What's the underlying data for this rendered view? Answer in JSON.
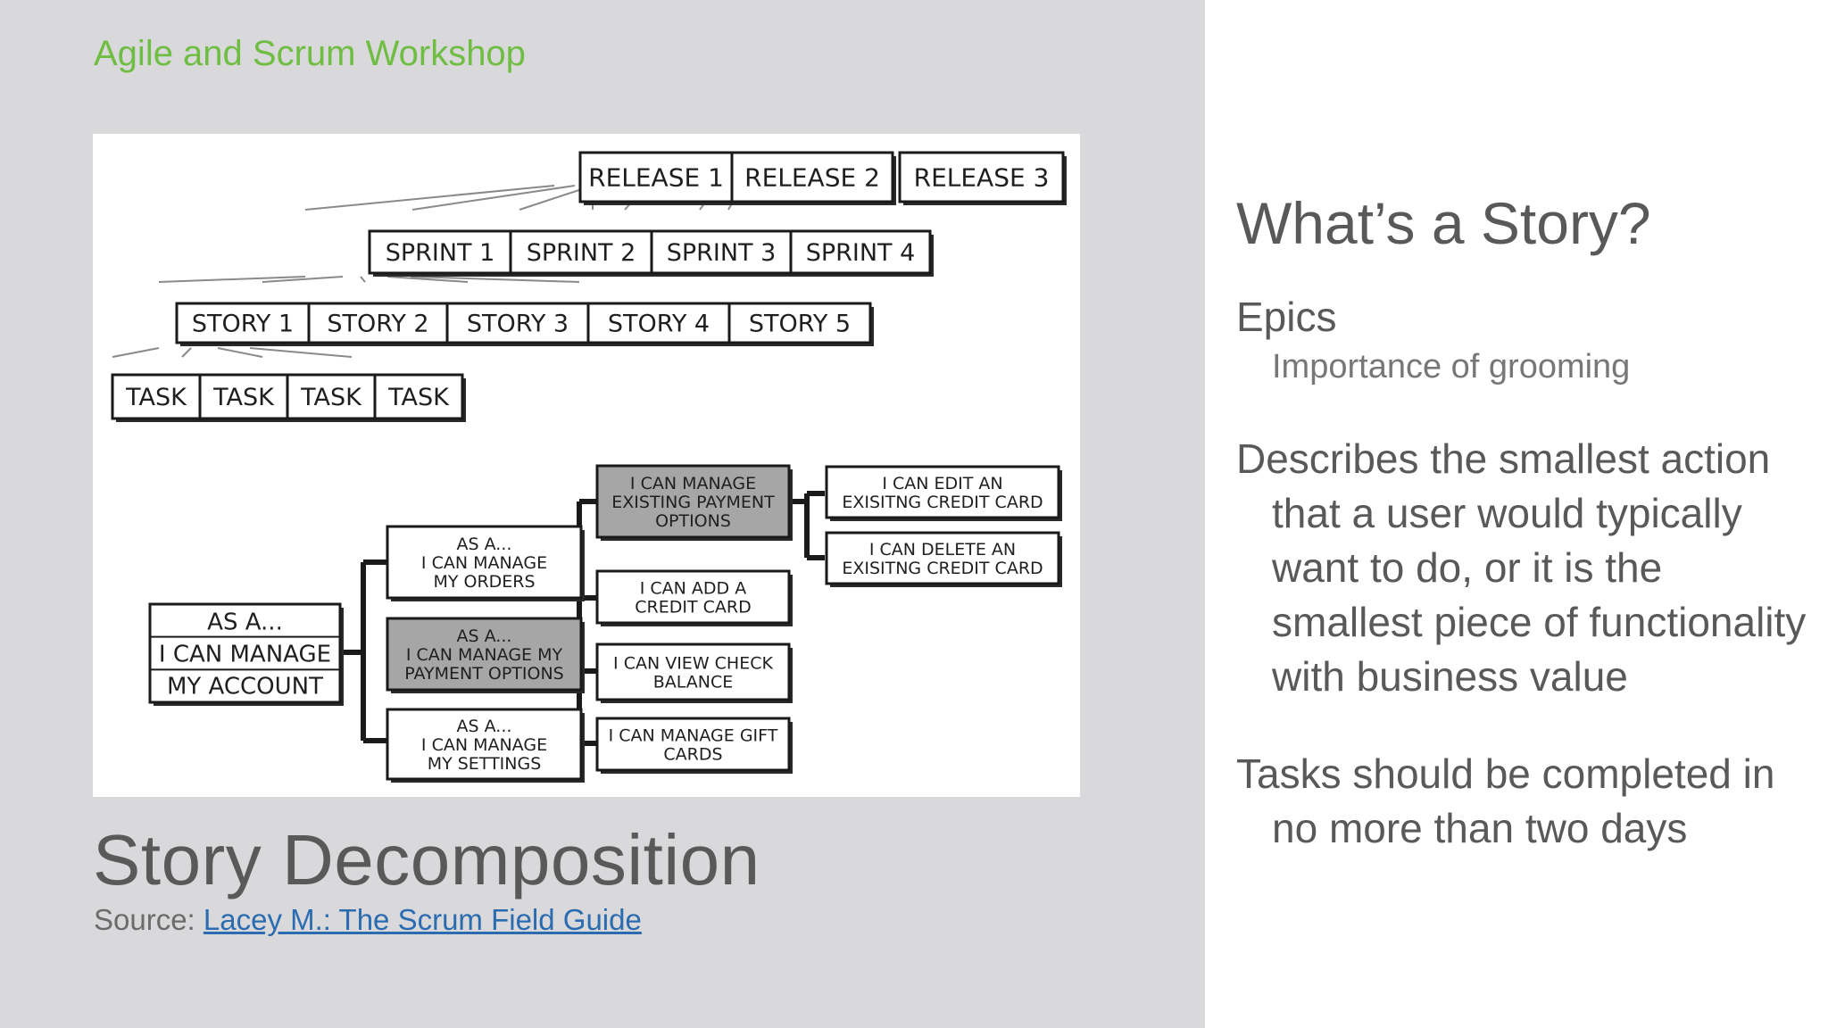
{
  "header": {
    "workshop_title": "Agile and Scrum Workshop"
  },
  "diagram": {
    "releases": [
      "RELEASE 1",
      "RELEASE 2",
      "RELEASE 3"
    ],
    "sprints": [
      "SPRINT 1",
      "SPRINT 2",
      "SPRINT 3",
      "SPRINT 4"
    ],
    "stories": [
      "STORY 1",
      "STORY 2",
      "STORY 3",
      "STORY 4",
      "STORY 5"
    ],
    "tasks": [
      "TASK",
      "TASK",
      "TASK",
      "TASK"
    ],
    "root_story": [
      "AS A...",
      "I CAN MANAGE",
      "MY ACCOUNT"
    ],
    "mid_stories": [
      [
        "AS A...",
        "I CAN MANAGE",
        "MY ORDERS"
      ],
      [
        "AS A...",
        "I CAN MANAGE MY",
        "PAYMENT OPTIONS"
      ],
      [
        "AS A...",
        "I CAN MANAGE",
        "MY SETTINGS"
      ]
    ],
    "payment_stories": [
      [
        "I CAN MANAGE",
        "EXISTING PAYMENT",
        "OPTIONS"
      ],
      [
        "I CAN ADD A",
        "CREDIT CARD"
      ],
      [
        "I CAN VIEW CHECK",
        "BALANCE"
      ],
      [
        "I CAN MANAGE GIFT",
        "CARDS"
      ]
    ],
    "card_stories": [
      [
        "I CAN EDIT AN",
        "EXISITNG CREDIT CARD"
      ],
      [
        "I CAN DELETE AN",
        "EXISITNG CREDIT CARD"
      ]
    ],
    "highlight_fill": "#a6a6a6"
  },
  "caption": {
    "title": "Story Decomposition",
    "source_prefix": "Source: ",
    "source_link": "Lacey M.: The Scrum Field Guide"
  },
  "right": {
    "heading": "What’s a Story?",
    "epics": "Epics",
    "epics_sub": "Importance of grooming",
    "describes": "Describes the smallest action that a user would typically want to do, or it is the smallest piece of functionality with business value",
    "tasks": "Tasks should be completed in no more than two days"
  },
  "colors": {
    "accent": "#6fbd43",
    "link": "#2b6cb0",
    "panel": "#d9d9db",
    "text": "#595959"
  }
}
